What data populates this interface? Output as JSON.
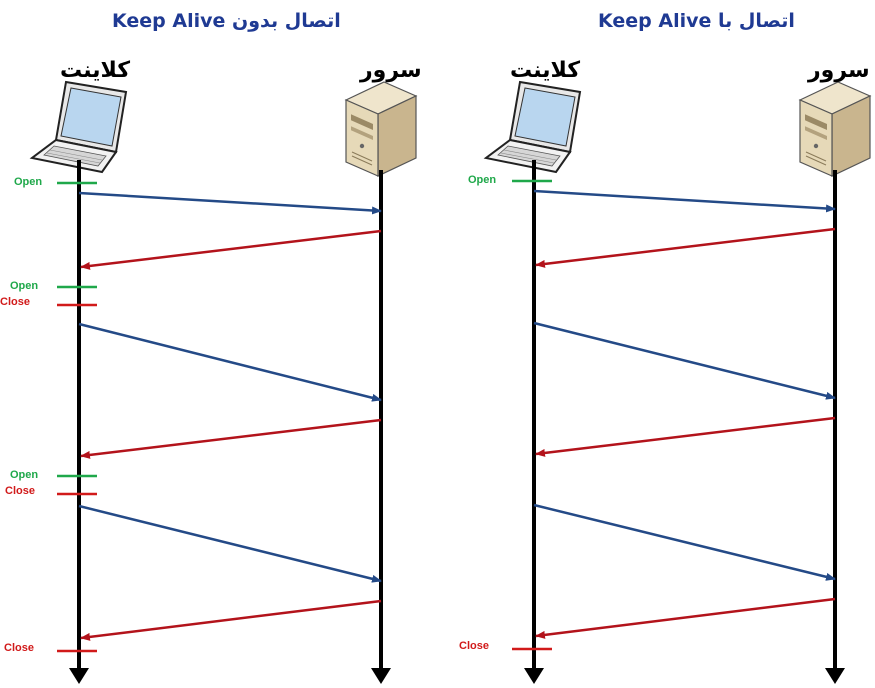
{
  "colors": {
    "title": "#1f3a93",
    "open": "#1fa84a",
    "close": "#d11a1a",
    "request_arrow": "#244a87",
    "response_arrow": "#b3131b",
    "lifeline": "#000000"
  },
  "panels": [
    {
      "id": "without-keepalive",
      "title": "اتصال بدون Keep Alive",
      "client_label": "کلاینت",
      "server_label": "سرور",
      "markers": [
        {
          "kind": "open",
          "text": "Open"
        },
        {
          "kind": "open",
          "text": "Open"
        },
        {
          "kind": "close",
          "text": "Close"
        },
        {
          "kind": "open",
          "text": "Open"
        },
        {
          "kind": "close",
          "text": "Close"
        },
        {
          "kind": "close",
          "text": "Close"
        }
      ]
    },
    {
      "id": "with-keepalive",
      "title": "اتصال با Keep Alive",
      "client_label": "کلاینت",
      "server_label": "سرور",
      "markers": [
        {
          "kind": "open",
          "text": "Open"
        },
        {
          "kind": "close",
          "text": "Close"
        }
      ]
    }
  ]
}
